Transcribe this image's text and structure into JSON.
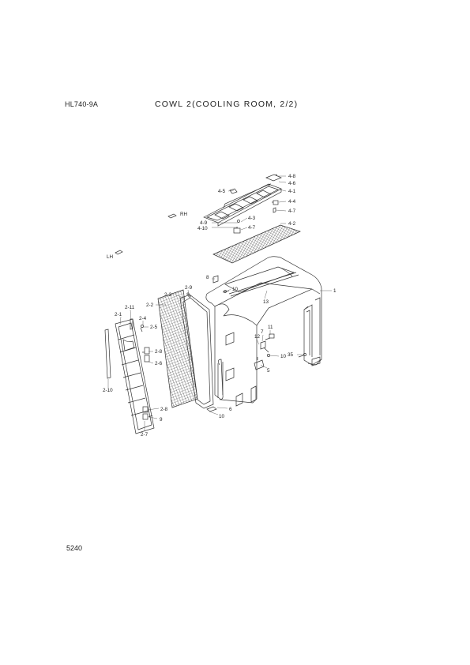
{
  "header": {
    "model": "HL740-9A",
    "title": "COWL 2(COOLING ROOM, 2/2)"
  },
  "footer": {
    "page_number": "5240"
  },
  "diagram": {
    "callouts": {
      "c4_8a": "4-8",
      "c4_6": "4-6",
      "c4_1": "4-1",
      "c4_5": "4-5",
      "c4_4": "4-4",
      "c4_7a": "4-7",
      "c4_3": "4-3",
      "c4_9": "4-9",
      "c4_10": "4-10",
      "c4_7b": "4-7",
      "c4_2": "4-2",
      "c8": "8",
      "c10a": "10",
      "c13": "13",
      "c1": "1",
      "c2_9": "2-9",
      "c2_3": "2-3",
      "c2_2": "2-2",
      "c2_11": "2-11",
      "c2_1": "2-1",
      "c2_4": "2-4",
      "c2_5": "2-5",
      "c2_8a": "2-8",
      "c2_6": "2-6",
      "c2_10": "2-10",
      "c2_8b": "2-8",
      "c9": "9",
      "c2_7": "2-7",
      "c11": "11",
      "c7": "7",
      "c12": "12",
      "c10b": "10",
      "c5": "5",
      "c35": "35",
      "c6": "6",
      "c10c": "10"
    },
    "orientation": {
      "rh": "RH",
      "lh": "LH"
    }
  }
}
